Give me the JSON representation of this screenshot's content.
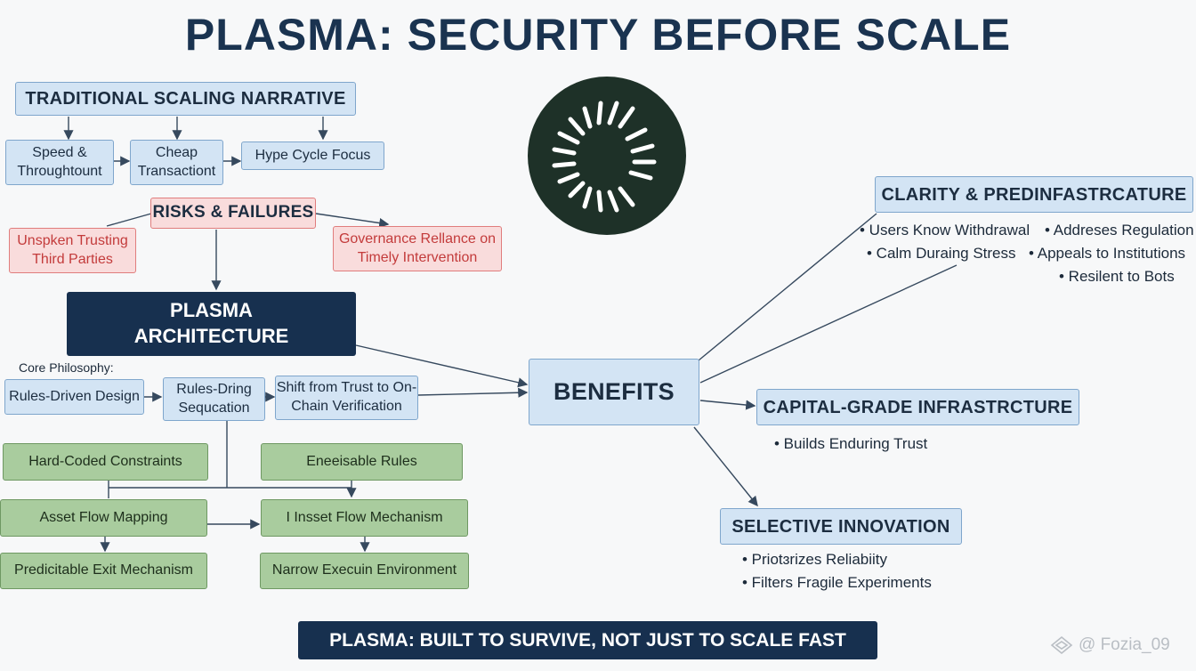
{
  "title": "PLASMA: SECURITY BEFORE SCALE",
  "traditional": {
    "header": "TRADITIONAL SCALING NARRATIVE",
    "speed": "Speed & Throughtount",
    "cheap": "Cheap Transactiont",
    "hype": "Hype Cycle Focus"
  },
  "risks": {
    "header": "RISKS & FAILURES",
    "unspoken": "Unspken Trusting Third Parties",
    "governance": "Governance Rellance on Timely Intervention"
  },
  "architecture": {
    "header": "PLASMA ARCHITECTURE",
    "philosophy_label": "Core Philosophy:",
    "rules_driven": "Rules-Driven Design",
    "rules_dring": "Rules-Dring Sequcation",
    "shift": "Shift from Trust to On-Chain Verification",
    "hard_coded": "Hard-Coded Constraints",
    "enforceable": "Eneeisable Rules",
    "asset_flow": "Asset Flow Mapping",
    "inset_flow": "I Insset Flow Mechanism",
    "predictable": "Predicitable Exit Mechanism",
    "narrow": "Narrow Execuin Environment"
  },
  "benefits": {
    "header": "BENEFITS",
    "clarity": {
      "header": "CLARITY & PREDINFASTRCATURE",
      "bullets": [
        "• Users Know Withdrawal",
        "• Addreses Regulation",
        "• Calm Duraing Stress",
        "• Appeals to Institutions",
        "• Resilent to Bots"
      ]
    },
    "capital": {
      "header": "CAPITAL-GRADE INFRASTRCTURE",
      "bullets": [
        "• Builds Enduring Trust"
      ]
    },
    "selective": {
      "header": "SELECTIVE INNOVATION",
      "bullets": [
        "• Priotɜrizes Reliabiity",
        "• Filters Fragile Experiments"
      ]
    }
  },
  "footer": "PLASMA: BUILT TO SURVIVE, NOT JUST TO SCALE FAST",
  "watermark": "@ Fozia_09",
  "colors": {
    "navy": "#17304f",
    "blue_fill": "#d3e4f4",
    "red_fill": "#f9dcdc",
    "red_text": "#c33b3b",
    "green_fill": "#a9cc9e",
    "logo_circle": "#1e3128"
  },
  "icons": {
    "logo": "plasma-logo-icon",
    "watermark_logo": "diamond-logo-icon"
  }
}
